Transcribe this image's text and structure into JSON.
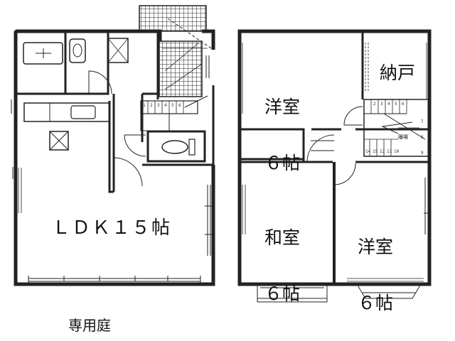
{
  "floor1": {
    "ldk_label": "ＬＤＫ１５帖"
  },
  "floor2": {
    "western_room_top": {
      "name": "洋室",
      "size": "６帖"
    },
    "closet": {
      "name": "納戸"
    },
    "japanese_room": {
      "name": "和室",
      "size": "６帖"
    },
    "western_room_bottom": {
      "name": "洋室",
      "size": "６帖"
    },
    "stair_note": "踊場"
  },
  "garden_label": "専用庭",
  "stair1_steps": [
    "1",
    "2",
    "3",
    "4",
    "5",
    "6"
  ],
  "stair2_steps_top": [
    "2",
    "3",
    "4",
    "5",
    "6"
  ],
  "stair2_steps_bottom": [
    "14",
    "15",
    "12",
    "11",
    "10"
  ],
  "stair2_side_steps": [
    "7",
    "8",
    "9"
  ]
}
